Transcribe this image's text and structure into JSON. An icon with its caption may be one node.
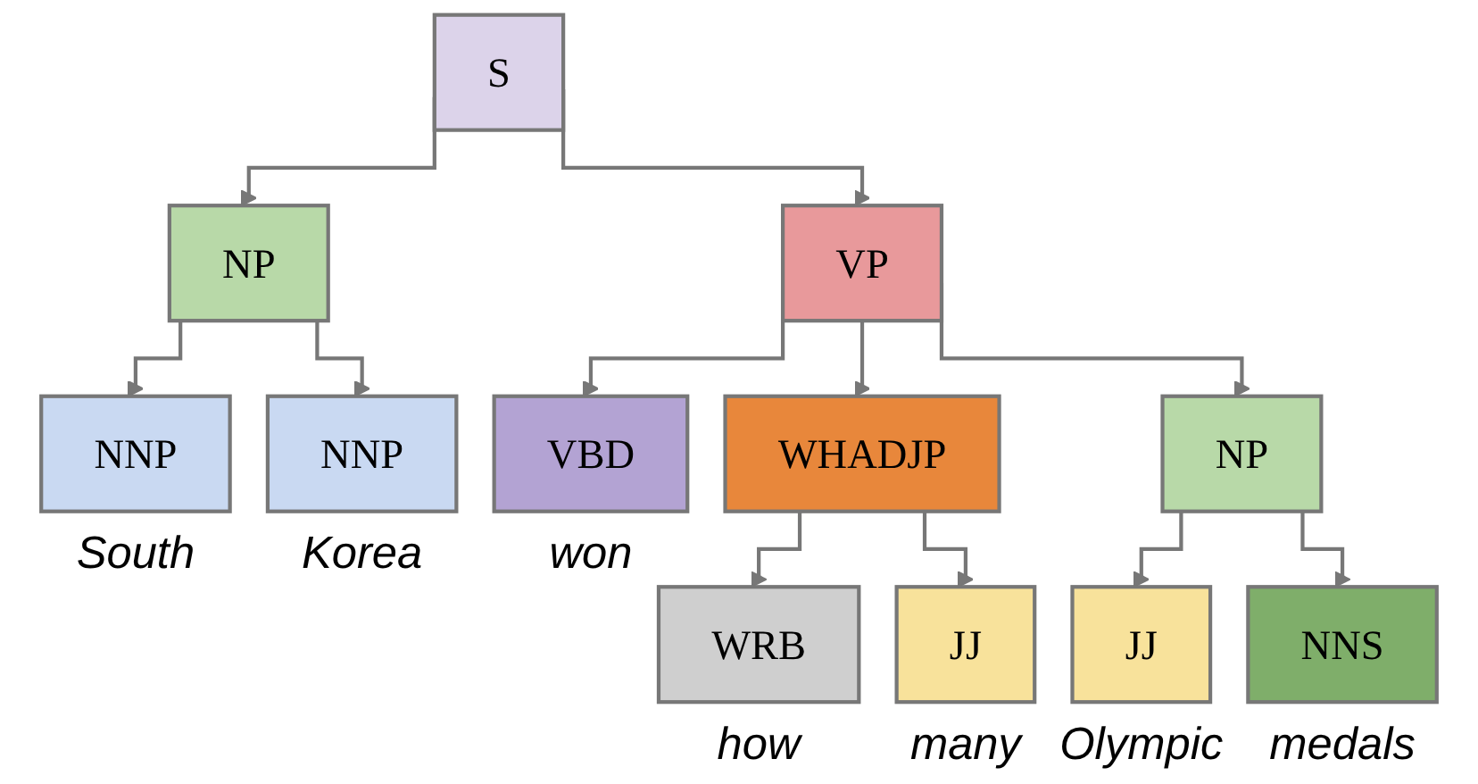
{
  "diagram": {
    "nodes": [
      {
        "text": [
          "S"
        ]
      },
      {
        "text": [
          "VP"
        ]
      },
      {
        "text": [
          "NP"
        ]
      },
      {
        "text": [
          "WHADJP"
        ]
      },
      {
        "text": [
          "NP"
        ]
      },
      {
        "text": [
          "NNP"
        ],
        "beside": [
          "South"
        ]
      },
      {
        "text": [
          "NNP"
        ],
        "beside": [
          "Korea"
        ]
      },
      {
        "text": [
          "VBD"
        ],
        "beside": [
          "won"
        ]
      },
      {
        "text": [
          "WRB"
        ],
        "beside": [
          "how"
        ]
      },
      {
        "text": [
          "JJ"
        ],
        "beside": [
          "many"
        ]
      },
      {
        "text": [
          "JJ"
        ],
        "beside": [
          "Olympic"
        ]
      },
      {
        "text": [
          "NNS"
        ],
        "beside": [
          "medals"
        ]
      }
    ],
    "edges": [
      {
        "from": 0,
        "to": 2,
        "arrow": "to"
      },
      {
        "from": 0,
        "to": 1,
        "arrow": "to"
      },
      {
        "from": 1,
        "to": 7,
        "arrow": "to"
      },
      {
        "from": 1,
        "to": 3,
        "arrow": "to"
      },
      {
        "from": 1,
        "to": 4,
        "arrow": "to"
      },
      {
        "from": 2,
        "to": 5,
        "arrow": "to"
      },
      {
        "from": 2,
        "to": 6,
        "arrow": "to"
      },
      {
        "from": 3,
        "to": 8,
        "arrow": "to"
      },
      {
        "from": 3,
        "to": 9,
        "arrow": "to"
      },
      {
        "from": 4,
        "to": 10,
        "arrow": "to"
      },
      {
        "from": 4,
        "to": 11,
        "arrow": "to"
      }
    ]
  }
}
